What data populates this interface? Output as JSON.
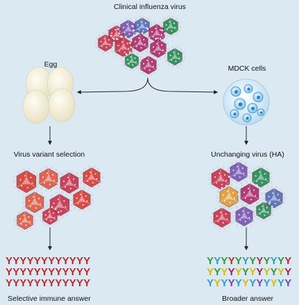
{
  "labels": {
    "top": "Clinical influenza virus",
    "egg": "Egg",
    "mdck": "MDCK cells",
    "left_mid": "Virus variant selection",
    "right_mid": "Unchanging virus (HA)",
    "left_bottom": "Selective immune answer",
    "right_bottom": "Broader answer"
  },
  "glyphs": {
    "antibody": "Y"
  },
  "colors": {
    "background": "#dbe9f2",
    "left_antibody": "#c4242b",
    "right_antibody_palette": [
      "#2f9a3b",
      "#7a3fb0",
      "#e0b800",
      "#c4242b",
      "#2aa0c8",
      "#a01d5f"
    ],
    "virus_left": [
      "#d8433c",
      "#e0604a",
      "#c93b52"
    ],
    "virus_right": [
      "#c93b52",
      "#7c5bb5",
      "#2d8f5a",
      "#e0a040",
      "#b03370",
      "#5a72b8"
    ],
    "egg_fill": "#f4efd9",
    "cell_fill": "#cfe6f6"
  },
  "antibody_rows": {
    "left_rows": 3,
    "left_cols": 12,
    "right_rows": 3,
    "right_cols": 12
  }
}
